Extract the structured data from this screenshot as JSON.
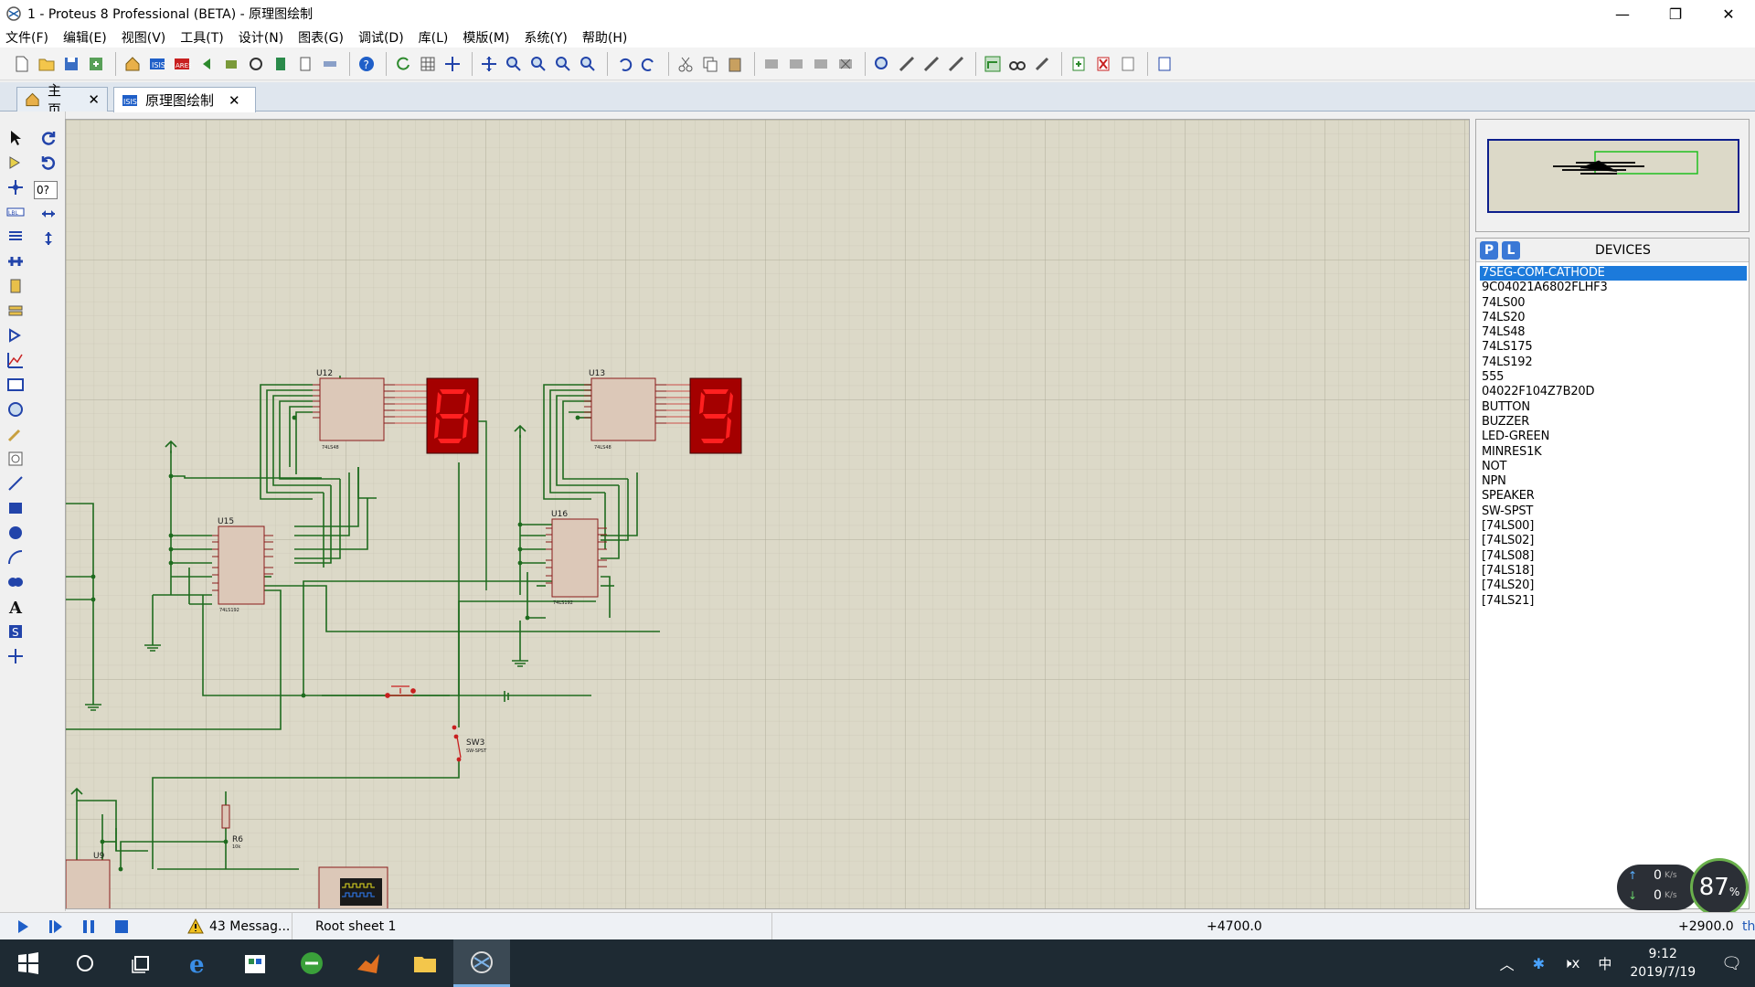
{
  "window": {
    "title": "1 - Proteus 8 Professional (BETA) - 原理图绘制",
    "controls": {
      "minimize": "—",
      "maximize": "❐",
      "close": "✕"
    }
  },
  "menu": [
    "文件(F)",
    "编辑(E)",
    "视图(V)",
    "工具(T)",
    "设计(N)",
    "图表(G)",
    "调试(D)",
    "库(L)",
    "模版(M)",
    "系统(Y)",
    "帮助(H)"
  ],
  "tabs": [
    {
      "label": "主页",
      "close": "✕",
      "icon": "home-icon"
    },
    {
      "label": "原理图绘制",
      "close": "✕",
      "icon": "schematic-icon"
    }
  ],
  "left_panel": {
    "rotation_value": "0?"
  },
  "schematic": {
    "labels": {
      "u12": "U12",
      "u13": "U13",
      "u15": "U15",
      "u16": "U16",
      "u9": "U9",
      "u12_part": "74LS48",
      "u13_part": "74LS48",
      "u15_part": "74LS192",
      "u16_part": "74LS192",
      "sw3": "SW3",
      "sw3_part": "SW-SPST",
      "r6": "R6",
      "r6_value": "10k"
    },
    "digits": {
      "left": "8",
      "right": "9"
    },
    "colors": {
      "wire": "#1e6b1e",
      "segment_on": "#ff2020",
      "segment_bg": "#a40000",
      "chip_fill": "#dcc8b8",
      "chip_stroke": "#8a1a1a",
      "grid_bg": "#dcd9c8"
    }
  },
  "devices": {
    "p_button": "P",
    "l_button": "L",
    "title": "DEVICES",
    "items": [
      "7SEG-COM-CATHODE",
      "9C04021A6802FLHF3",
      "74LS00",
      "74LS20",
      "74LS48",
      "74LS175",
      "74LS192",
      "555",
      "04022F104Z7B20D",
      "BUTTON",
      "BUZZER",
      "LED-GREEN",
      "MINRES1K",
      "NOT",
      "NPN",
      "SPEAKER",
      "SW-SPST",
      "[74LS00]",
      "[74LS02]",
      "[74LS08]",
      "[74LS18]",
      "[74LS20]",
      "[74LS21]"
    ],
    "selected_index": 0
  },
  "status": {
    "messages": "43 Messag...",
    "sheet": "Root sheet 1",
    "x": "+4700.0",
    "y": "+2900.0",
    "unit": "th"
  },
  "netmeter": {
    "up": "0",
    "down": "0",
    "unit": "K/s",
    "percent": "87",
    "percent_sign": "%"
  },
  "taskbar": {
    "time": "9:12",
    "date": "2019/7/19",
    "ime": "中",
    "volume": "🕨x"
  }
}
